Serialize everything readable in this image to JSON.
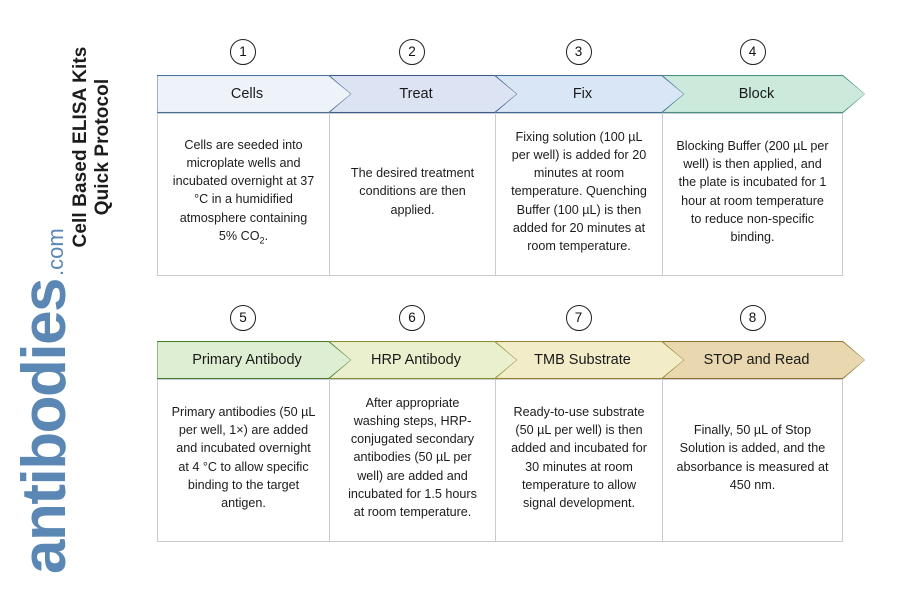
{
  "title": {
    "line1": "Cell Based ELISA Kits",
    "line2": "Quick Protocol"
  },
  "watermark": {
    "main": "antibodies",
    "tld": ".com",
    "color": "#5b87b5"
  },
  "rows": [
    {
      "name": "row-1",
      "steps": [
        {
          "number": "1",
          "label": "Cells",
          "fill": "#eef3f9",
          "stroke": "#4a6f94",
          "body": "Cells are seeded into microplate wells and incubated overnight at 37 °C in a humidified atmosphere containing 5% CO₂."
        },
        {
          "number": "2",
          "label": "Treat",
          "fill": "#dce4f3",
          "stroke": "#3f5d8a",
          "body": "The desired treatment conditions are then applied."
        },
        {
          "number": "3",
          "label": "Fix",
          "fill": "#d9e6f5",
          "stroke": "#3f6b96",
          "body": "Fixing solution (100 µL per well) is added for 20 minutes at room temperature. Quenching Buffer (100 µL) is then added for 20 minutes at room temperature."
        },
        {
          "number": "4",
          "label": "Block",
          "fill": "#cbeadb",
          "stroke": "#4a8f7d",
          "body": "Blocking Buffer (200 µL per well) is then applied, and the plate is incubated for 1 hour at room temperature to reduce non-specific binding."
        }
      ]
    },
    {
      "name": "row-2",
      "steps": [
        {
          "number": "5",
          "label": "Primary Antibody",
          "fill": "#ddeed2",
          "stroke": "#4b7c35",
          "body": "Primary antibodies (50 µL per well, 1×) are added and incubated overnight at 4 °C to allow specific binding to the target antigen."
        },
        {
          "number": "6",
          "label": "HRP Antibody",
          "fill": "#eaf0cd",
          "stroke": "#8a8f33",
          "body": "After appropriate washing steps, HRP-conjugated secondary antibodies (50 µL per well) are added and incubated for 1.5 hours at room temperature."
        },
        {
          "number": "7",
          "label": "TMB Substrate",
          "fill": "#f2ecc9",
          "stroke": "#9a8436",
          "body": "Ready-to-use substrate (50 µL per well) is then added and incubated for 30 minutes at room temperature to allow signal development."
        },
        {
          "number": "8",
          "label": "STOP and Read",
          "fill": "#e8d7af",
          "stroke": "#907534",
          "body": "Finally, 50 µL of Stop Solution is added, and the absorbance is measured at 450 nm."
        }
      ]
    }
  ],
  "geometry": {
    "step_widths": [
      172,
      166,
      167,
      181
    ],
    "notch": 22,
    "banner_height": 38
  }
}
